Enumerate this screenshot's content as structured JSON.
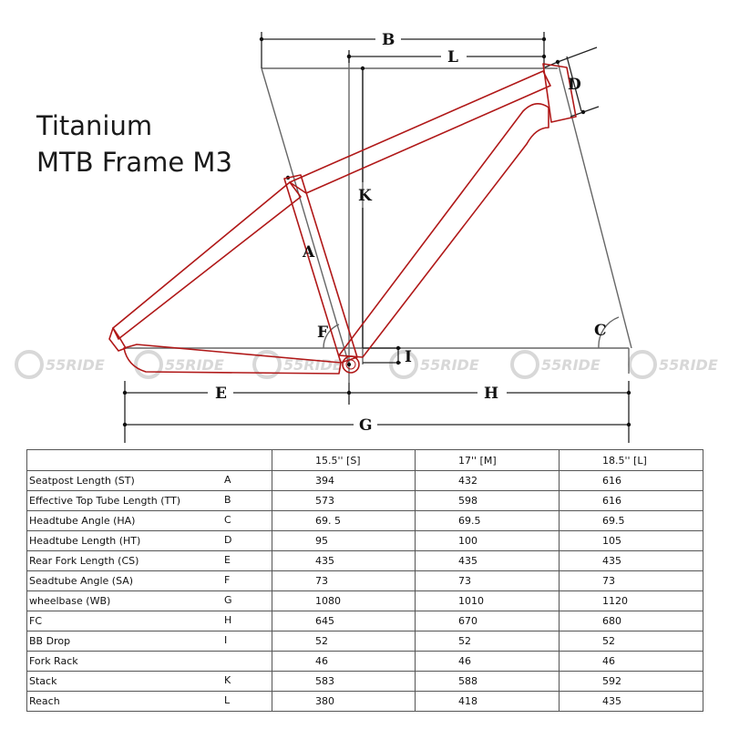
{
  "title": {
    "line1": "Titanium",
    "line2": "MTB Frame M3"
  },
  "watermark": "55RIDE",
  "dimension_labels": [
    "A",
    "B",
    "C",
    "D",
    "E",
    "F",
    "G",
    "H",
    "I",
    "K",
    "L"
  ],
  "table": {
    "headers": [
      "",
      "15.5'' [S]",
      "17'' [M]",
      "18.5'' [L]"
    ],
    "rows": [
      {
        "name": "Seatpost Length   (ST)",
        "code": "A",
        "values": [
          "394",
          "432",
          "616"
        ]
      },
      {
        "name": "Effective Top Tube Length  (TT)",
        "code": "B",
        "values": [
          "573",
          "598",
          "616"
        ]
      },
      {
        "name": "Headtube Angle  (HA)",
        "code": "C",
        "values": [
          "69. 5",
          "69.5",
          "69.5"
        ]
      },
      {
        "name": "Headtube Length  (HT)",
        "code": "D",
        "values": [
          "95",
          "100",
          "105"
        ]
      },
      {
        "name": "Rear Fork Length  (CS)",
        "code": "E",
        "values": [
          "435",
          "435",
          "435"
        ]
      },
      {
        "name": "Seadtube Angle  (SA)",
        "code": "F",
        "values": [
          "73",
          "73",
          "73"
        ]
      },
      {
        "name": "wheelbase  (WB)",
        "code": "G",
        "values": [
          "1080",
          "1010",
          "1120"
        ]
      },
      {
        "name": "FC",
        "code": "H",
        "values": [
          "645",
          "670",
          "680"
        ]
      },
      {
        "name": "BB Drop",
        "code": "I",
        "values": [
          "52",
          "52",
          "52"
        ]
      },
      {
        "name": "Fork Rack",
        "code": "",
        "values": [
          "46",
          "46",
          "46"
        ]
      },
      {
        "name": "Stack",
        "code": "K",
        "values": [
          "583",
          "588",
          "592"
        ]
      },
      {
        "name": "Reach",
        "code": "L",
        "values": [
          "380",
          "418",
          "435"
        ]
      }
    ]
  }
}
